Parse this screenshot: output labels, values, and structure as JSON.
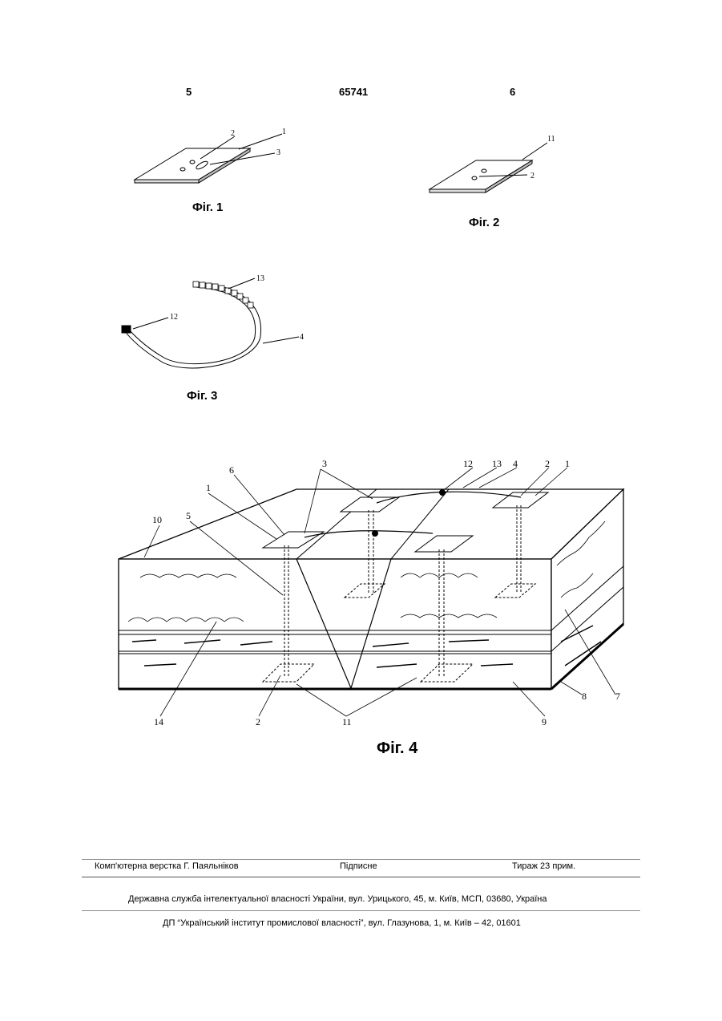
{
  "header": {
    "left_page": "5",
    "patent_number": "65741",
    "right_page": "6"
  },
  "figures": {
    "fig1": {
      "caption": "Фіг. 1",
      "callouts": [
        "2",
        "1",
        "3"
      ]
    },
    "fig2": {
      "caption": "Фіг. 2",
      "callouts": [
        "11",
        "2"
      ]
    },
    "fig3": {
      "caption": "Фіг. 3",
      "callouts": [
        "13",
        "12",
        "4"
      ]
    },
    "fig4": {
      "caption": "Фіг. 4",
      "callouts": [
        "6",
        "3",
        "12",
        "13",
        "4",
        "2",
        "1",
        "1",
        "10",
        "5",
        "14",
        "2",
        "11",
        "9",
        "8",
        "7"
      ]
    }
  },
  "footer": {
    "typesetter": "Комп'ютерна верстка Г. Паяльніков",
    "signed": "Підписне",
    "circulation": "Тираж 23 прим.",
    "office_address": "Державна служба інтелектуальної власності України, вул. Урицького, 45, м. Київ, МСП, 03680, Україна",
    "institute_address": "ДП “Український інститут промислової власності”, вул. Глазунова, 1, м. Київ – 42, 01601"
  }
}
